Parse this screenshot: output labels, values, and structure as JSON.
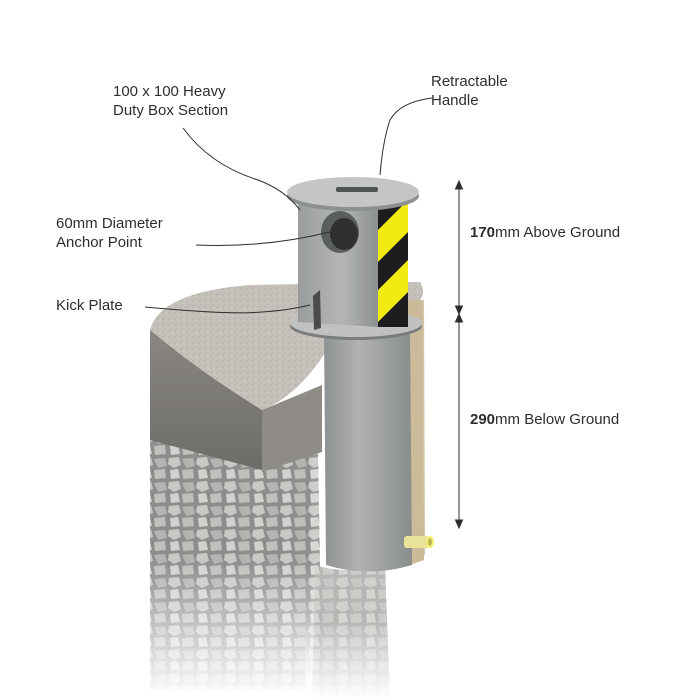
{
  "callouts": {
    "box_section": {
      "line1": "100 x 100 Heavy",
      "line2": "Duty Box Section"
    },
    "handle": {
      "line1": "Retractable",
      "line2": "Handle"
    },
    "anchor": {
      "line1": "60mm Diameter",
      "line2": "Anchor Point"
    },
    "kick_plate": {
      "line1": "Kick Plate"
    }
  },
  "dimensions": {
    "above": {
      "value": "170",
      "text": "mm Above Ground"
    },
    "below": {
      "value": "290",
      "text": "mm Below Ground"
    }
  },
  "colors": {
    "stripe_yellow": "#f2ea13",
    "stripe_black": "#1c1c1c",
    "steel": "#a9abab",
    "concrete": "#b7b3ab",
    "gravel": "#c9c9c6",
    "sand": "#d9c7a4"
  }
}
